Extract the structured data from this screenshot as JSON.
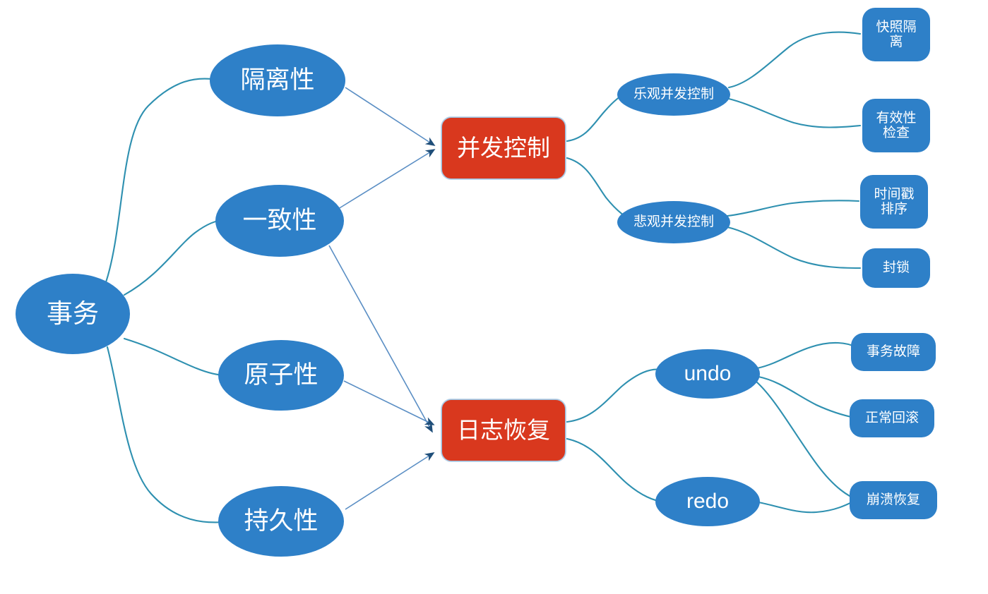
{
  "diagram": {
    "type": "mindmap",
    "title_node": "事务",
    "colors": {
      "node_blue": "#2e80c8",
      "node_red": "#d9381e",
      "curve_teal": "#2e90b0",
      "arrow_blue": "#4a7fbd",
      "arrow_head": "#1f4e79",
      "text": "#ffffff",
      "background": "#ffffff"
    },
    "nodes": {
      "root": "事务",
      "isolation": "隔离性",
      "consistency": "一致性",
      "atomicity": "原子性",
      "durability": "持久性",
      "concurrency_control": "并发控制",
      "log_recovery": "日志恢复",
      "optimistic_cc": "乐观并发控制",
      "pessimistic_cc": "悲观并发控制",
      "snapshot_isolation": "快照隔\n离",
      "validity_check": "有效性\n检查",
      "timestamp_ordering": "时间戳\n排序",
      "locking": "封锁",
      "undo": "undo",
      "redo": "redo",
      "transaction_failure": "事务故障",
      "normal_rollback": "正常回滚",
      "crash_recovery": "崩溃恢复"
    },
    "edges": [
      {
        "from": "root",
        "to": "isolation",
        "style": "curve"
      },
      {
        "from": "root",
        "to": "consistency",
        "style": "curve"
      },
      {
        "from": "root",
        "to": "atomicity",
        "style": "curve"
      },
      {
        "from": "root",
        "to": "durability",
        "style": "curve"
      },
      {
        "from": "isolation",
        "to": "concurrency_control",
        "style": "arrow"
      },
      {
        "from": "consistency",
        "to": "concurrency_control",
        "style": "arrow"
      },
      {
        "from": "consistency",
        "to": "log_recovery",
        "style": "arrow"
      },
      {
        "from": "atomicity",
        "to": "log_recovery",
        "style": "arrow"
      },
      {
        "from": "durability",
        "to": "log_recovery",
        "style": "arrow"
      },
      {
        "from": "concurrency_control",
        "to": "optimistic_cc",
        "style": "curve"
      },
      {
        "from": "concurrency_control",
        "to": "pessimistic_cc",
        "style": "curve"
      },
      {
        "from": "optimistic_cc",
        "to": "snapshot_isolation",
        "style": "curve"
      },
      {
        "from": "optimistic_cc",
        "to": "validity_check",
        "style": "curve"
      },
      {
        "from": "pessimistic_cc",
        "to": "timestamp_ordering",
        "style": "curve"
      },
      {
        "from": "pessimistic_cc",
        "to": "locking",
        "style": "curve"
      },
      {
        "from": "log_recovery",
        "to": "undo",
        "style": "curve"
      },
      {
        "from": "log_recovery",
        "to": "redo",
        "style": "curve"
      },
      {
        "from": "undo",
        "to": "transaction_failure",
        "style": "curve"
      },
      {
        "from": "undo",
        "to": "normal_rollback",
        "style": "curve"
      },
      {
        "from": "undo",
        "to": "crash_recovery",
        "style": "curve"
      },
      {
        "from": "redo",
        "to": "crash_recovery",
        "style": "curve"
      }
    ]
  }
}
